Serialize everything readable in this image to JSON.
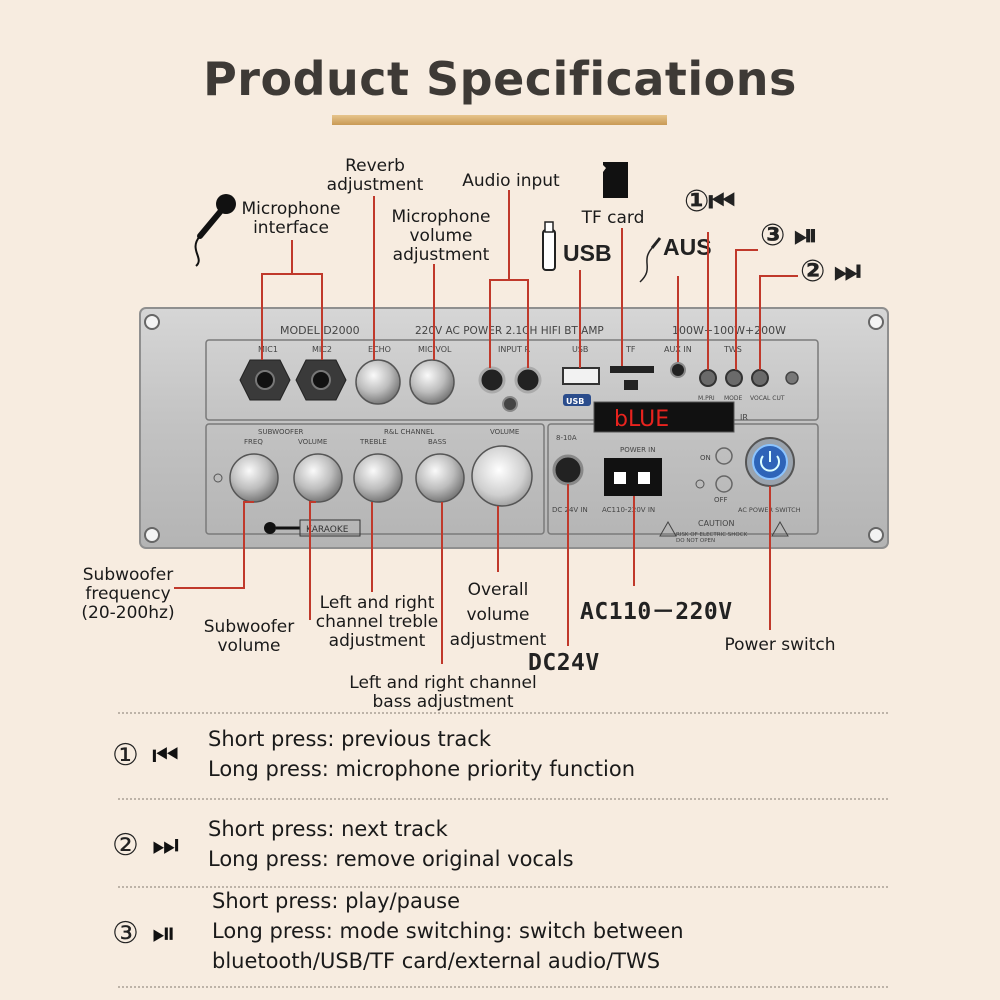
{
  "header": {
    "title": "Product Specifications"
  },
  "callouts": {
    "reverb": "Reverb\nadjustment",
    "audio_input": "Audio input",
    "tf_card": "TF card",
    "mic_interface": "Microphone\ninterface",
    "mic_volume": "Microphone\nvolume\nadjustment",
    "usb": "USB",
    "aus": "AUS",
    "btn1": "①⏮",
    "btn3": "③ ⏯",
    "btn2": "② ⏭",
    "sub_freq": "Subwoofer\nfrequency\n(20-200hz)",
    "sub_vol": "Subwoofer\nvolume",
    "treble": "Left and right\nchannel treble\nadjustment",
    "overall": "Overall\nvolume\nadjustment",
    "ac": "AC110－220V",
    "dc": "DC24V",
    "power_switch": "Power switch",
    "bass": "Left and right channel\nbass adjustment"
  },
  "panel": {
    "model": "MODEL  D2000",
    "power_spec": "220V AC POWER 2.1CH HIFI BT AMP",
    "watts": "100W+100W+200W",
    "mic1": "MIC1",
    "mic2": "MIC2",
    "echo": "ECHO",
    "mic_vol": "MIC VOL",
    "input": "INPUT R",
    "usb": "USB",
    "tf": "TF",
    "aux_in": "AUX IN",
    "tws": "TWS",
    "prev": "M.PRI",
    "mode": "MODE",
    "vocal_cut": "VOCAL CUT",
    "display": "bLUE",
    "subwoofer": "SUBWOOFER",
    "freq": "FREQ",
    "volume": "VOLUME",
    "rl_channel": "R&L CHANNEL",
    "treble": "TREBLE",
    "bass": "BASS",
    "master_volume": "VOLUME",
    "fuse": "8-10A",
    "power_in": "POWER IN",
    "dc_in": "DC 24V IN",
    "ac_in": "AC110-220V IN",
    "on": "ON",
    "off": "OFF",
    "ac_power_switch": "AC POWER SWITCH",
    "caution": "CAUTION",
    "caution_sub": "RISK OF ELECTRIC SHOCK\nDO NOT OPEN",
    "karaoke": "KARAOKE",
    "ir": "IR",
    "usb_badge": "USB"
  },
  "functions": [
    {
      "num": "①",
      "icon": "⏮",
      "icon_name": "previous-track-icon",
      "lines": [
        "Short press: previous track",
        "Long press: microphone priority function"
      ]
    },
    {
      "num": "②",
      "icon": "⏭",
      "icon_name": "next-track-icon",
      "lines": [
        "Short press: next track",
        "Long press: remove original vocals"
      ]
    },
    {
      "num": "③",
      "icon": "⏯",
      "icon_name": "play-pause-icon",
      "lines": [
        "Short press: play/pause",
        "Long press: mode switching: switch between",
        "bluetooth/USB/TF card/external audio/TWS"
      ]
    }
  ],
  "colors": {
    "background": "#f7ece0",
    "leader": "#c0392b",
    "panel": "#c9c9c9",
    "display": "#e8231e"
  }
}
